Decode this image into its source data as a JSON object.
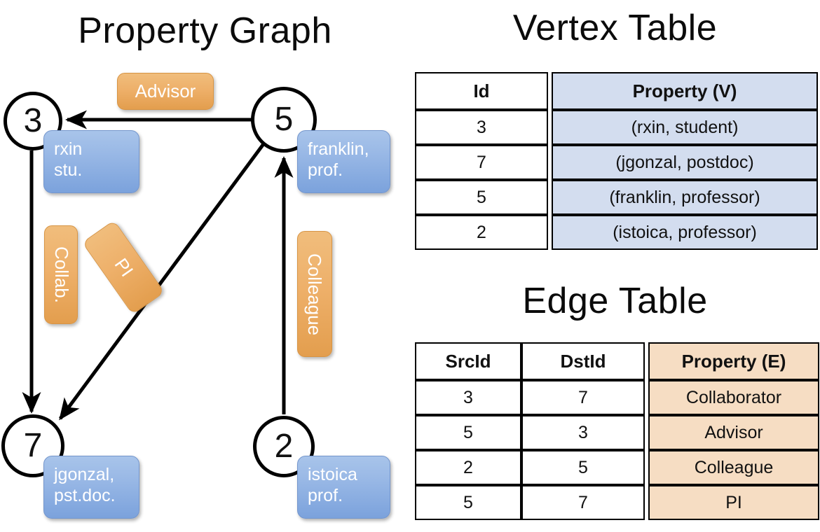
{
  "titles": {
    "property_graph": "Property Graph",
    "vertex_table": "Vertex Table",
    "edge_table": "Edge Table"
  },
  "graph": {
    "nodes": [
      {
        "id": "3",
        "property_label": "rxin\nstu."
      },
      {
        "id": "5",
        "property_label": "franklin,\nprof."
      },
      {
        "id": "7",
        "property_label": "jgonzal,\npst.doc."
      },
      {
        "id": "2",
        "property_label": "istoica\nprof."
      }
    ],
    "node_labels": {
      "n3_line1": "rxin",
      "n3_line2": "stu.",
      "n5_line1": "franklin,",
      "n5_line2": "prof.",
      "n7_line1": "jgonzal,",
      "n7_line2": "pst.doc.",
      "n2_line1": "istoica",
      "n2_line2": "prof."
    },
    "edge_labels": {
      "advisor": "Advisor",
      "collab": "Collab.",
      "pi": "PI",
      "colleague": "Colleague"
    },
    "edges": [
      {
        "src": "5",
        "dst": "3",
        "label": "Advisor"
      },
      {
        "src": "3",
        "dst": "7",
        "label": "Collab."
      },
      {
        "src": "5",
        "dst": "7",
        "label": "PI"
      },
      {
        "src": "2",
        "dst": "5",
        "label": "Colleague"
      }
    ]
  },
  "vertex_table": {
    "headers": [
      "Id",
      "Property (V)"
    ],
    "rows": [
      {
        "id": "3",
        "property": "(rxin, student)"
      },
      {
        "id": "7",
        "property": "(jgonzal, postdoc)"
      },
      {
        "id": "5",
        "property": "(franklin, professor)"
      },
      {
        "id": "2",
        "property": "(istoica, professor)"
      }
    ]
  },
  "edge_table": {
    "headers": [
      "SrcId",
      "DstId",
      "Property (E)"
    ],
    "rows": [
      {
        "src": "3",
        "dst": "7",
        "property": "Collaborator"
      },
      {
        "src": "5",
        "dst": "3",
        "property": "Advisor"
      },
      {
        "src": "2",
        "dst": "5",
        "property": "Colleague"
      },
      {
        "src": "5",
        "dst": "7",
        "property": "PI"
      }
    ]
  },
  "colors": {
    "vertex_property_fill": "#d3ddef",
    "edge_property_fill": "#f6ddc3",
    "node_callout_blue": "#9ab9e6",
    "edge_label_orange": "#eeb06a",
    "stroke": "#000000",
    "background": "#ffffff"
  }
}
